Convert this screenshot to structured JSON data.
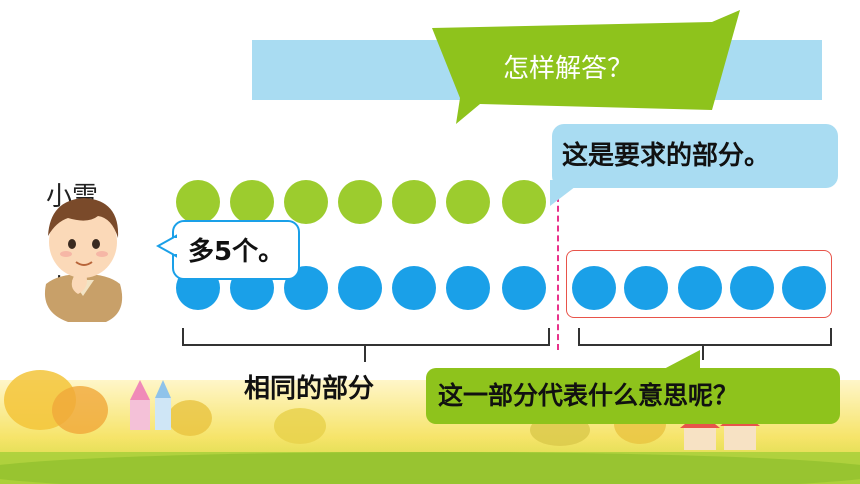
{
  "header": {
    "title": "怎样解答？"
  },
  "rows": {
    "top_label": "小雪",
    "bottom_label": "小"
  },
  "bubbles": {
    "required_part": "这是要求的部分。",
    "more": "多5个。",
    "question": "这一部分代表什么意思呢？"
  },
  "brackets": {
    "same_part_label": "相同的部分"
  },
  "counts": {
    "green_dots": 7,
    "blue_dots": 12
  },
  "colors": {
    "green": "#9ccc2e",
    "blue": "#1aa0e8",
    "light_blue": "#a9dcf2",
    "banner_green": "#8ec31c",
    "dashed_line": "#e8318a",
    "highlight_box": "#e8544a"
  }
}
